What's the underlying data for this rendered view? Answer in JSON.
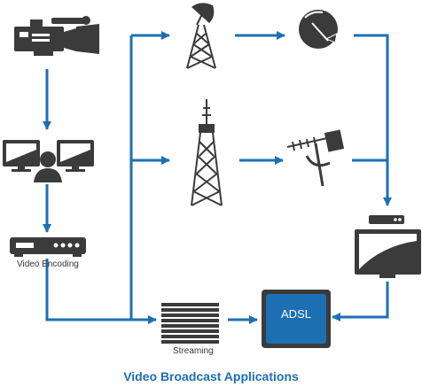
{
  "labels": {
    "video_encoding": "Video Encoding",
    "streaming": "Streaming",
    "adsl": "ADSL"
  },
  "title": "Video Broadcast Applications",
  "colors": {
    "arrow": "#1d6fb3",
    "icon": "#3b3b3b",
    "adsl_box": "#1d6fb3",
    "title": "#1d6fb3"
  },
  "nodes": [
    {
      "id": "video-camera",
      "icon": "video-camera-icon"
    },
    {
      "id": "monitoring-workstation",
      "icon": "operator-monitors-icon"
    },
    {
      "id": "video-encoder",
      "icon": "encoder-device-icon"
    },
    {
      "id": "satellite-uplink",
      "icon": "satellite-uplink-tower-icon"
    },
    {
      "id": "satellite-dish",
      "icon": "satellite-dish-icon"
    },
    {
      "id": "broadcast-tower",
      "icon": "broadcast-tower-icon"
    },
    {
      "id": "terrestrial-antenna",
      "icon": "antenna-icon"
    },
    {
      "id": "set-top-tv",
      "icon": "tv-with-set-top-box-icon"
    },
    {
      "id": "streaming-server",
      "icon": "server-rack-icon"
    },
    {
      "id": "adsl",
      "icon": "adsl-box-icon"
    }
  ]
}
